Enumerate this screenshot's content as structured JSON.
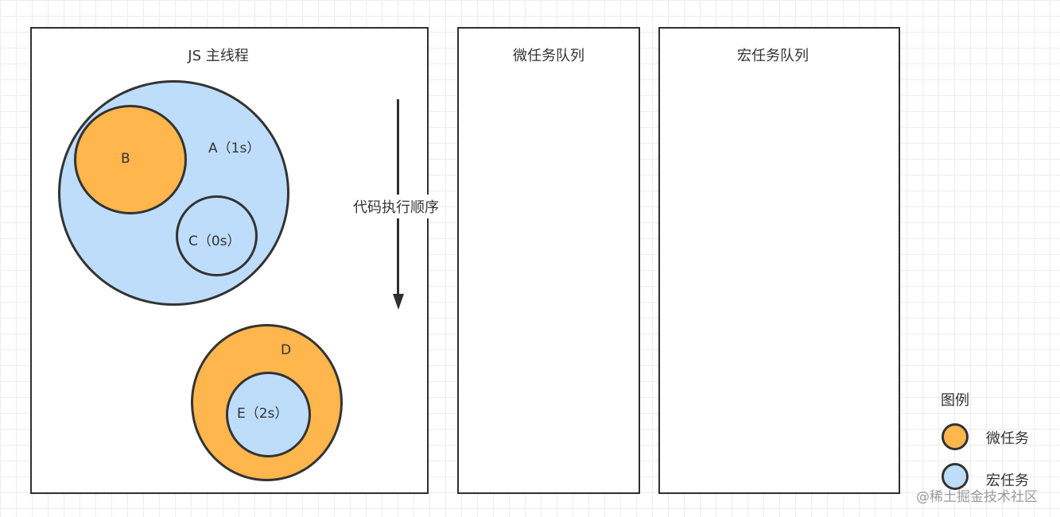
{
  "panels": {
    "main_thread": {
      "title": "JS 主线程"
    },
    "micro_queue": {
      "title": "微任务队列"
    },
    "macro_queue": {
      "title": "宏任务队列"
    }
  },
  "tasks": {
    "a": {
      "label": "A（1s）",
      "kind": "macro"
    },
    "b": {
      "label": "B",
      "kind": "micro"
    },
    "c": {
      "label": "C（0s）",
      "kind": "macro"
    },
    "d": {
      "label": "D",
      "kind": "micro"
    },
    "e": {
      "label": "E（2s）",
      "kind": "macro"
    }
  },
  "arrow": {
    "label": "代码执行顺序"
  },
  "legend": {
    "title": "图例",
    "items": [
      {
        "label": "微任务",
        "color": "#FFB64D"
      },
      {
        "label": "宏任务",
        "color": "#BEDDFA"
      }
    ]
  },
  "colors": {
    "micro": "#FFB64D",
    "macro": "#BEDDFA",
    "stroke": "#333333"
  },
  "watermark": "@稀土掘金技术社区"
}
